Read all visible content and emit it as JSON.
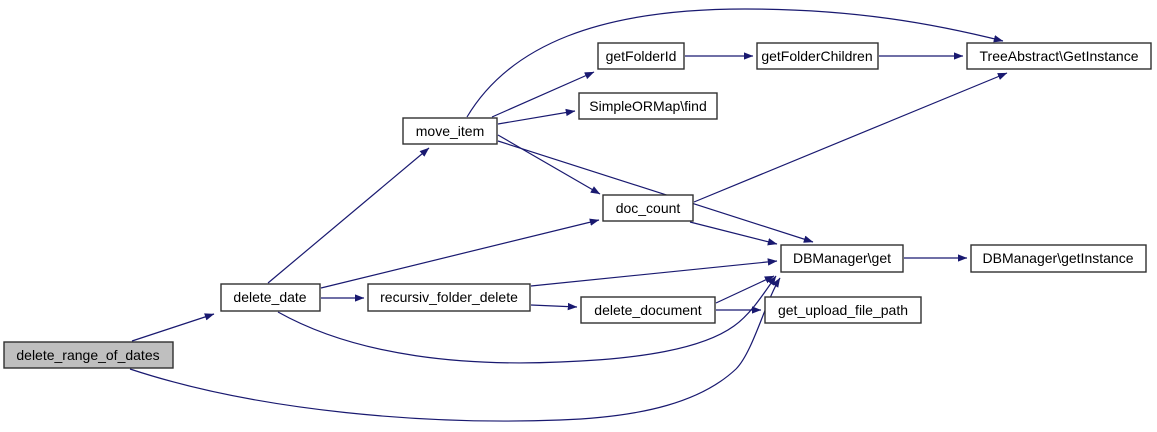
{
  "diagram": {
    "type": "doxygen-call-graph",
    "edge_color": "#191970",
    "node_fill": "#ffffff",
    "node_border_color": "#303030",
    "highlighted_node_fill": "#bfbfbf",
    "nodes": [
      {
        "id": "delete_range_of_dates",
        "label": "delete_range_of_dates",
        "highlighted": true
      },
      {
        "id": "delete_date",
        "label": "delete_date",
        "highlighted": false
      },
      {
        "id": "recursiv_folder_delete",
        "label": "recursiv_folder_delete",
        "highlighted": false
      },
      {
        "id": "delete_document",
        "label": "delete_document",
        "highlighted": false
      },
      {
        "id": "get_upload_file_path",
        "label": "get_upload_file_path",
        "highlighted": false
      },
      {
        "id": "move_item",
        "label": "move_item",
        "highlighted": false
      },
      {
        "id": "getFolderId",
        "label": "getFolderId",
        "highlighted": false
      },
      {
        "id": "getFolderChildren",
        "label": "getFolderChildren",
        "highlighted": false
      },
      {
        "id": "TreeAbstract_GetInstance",
        "label": "TreeAbstract\\GetInstance",
        "highlighted": false
      },
      {
        "id": "SimpleORMap_find",
        "label": "SimpleORMap\\find",
        "highlighted": false
      },
      {
        "id": "doc_count",
        "label": "doc_count",
        "highlighted": false
      },
      {
        "id": "DBManager_get",
        "label": "DBManager\\get",
        "highlighted": false
      },
      {
        "id": "DBManager_getInstance",
        "label": "DBManager\\getInstance",
        "highlighted": false
      }
    ],
    "edges": [
      {
        "from": "delete_range_of_dates",
        "to": "delete_date"
      },
      {
        "from": "delete_range_of_dates",
        "to": "DBManager\\get"
      },
      {
        "from": "delete_date",
        "to": "move_item"
      },
      {
        "from": "delete_date",
        "to": "doc_count"
      },
      {
        "from": "delete_date",
        "to": "recursiv_folder_delete"
      },
      {
        "from": "delete_date",
        "to": "DBManager\\get"
      },
      {
        "from": "move_item",
        "to": "TreeAbstract\\GetInstance"
      },
      {
        "from": "move_item",
        "to": "getFolderId"
      },
      {
        "from": "move_item",
        "to": "SimpleORMap\\find"
      },
      {
        "from": "move_item",
        "to": "doc_count"
      },
      {
        "from": "move_item",
        "to": "DBManager\\get"
      },
      {
        "from": "getFolderId",
        "to": "getFolderChildren"
      },
      {
        "from": "getFolderChildren",
        "to": "TreeAbstract\\GetInstance"
      },
      {
        "from": "doc_count",
        "to": "TreeAbstract\\GetInstance"
      },
      {
        "from": "doc_count",
        "to": "DBManager\\get"
      },
      {
        "from": "recursiv_folder_delete",
        "to": "delete_document"
      },
      {
        "from": "recursiv_folder_delete",
        "to": "DBManager\\get"
      },
      {
        "from": "delete_document",
        "to": "get_upload_file_path"
      },
      {
        "from": "delete_document",
        "to": "DBManager\\get"
      },
      {
        "from": "DBManager\\get",
        "to": "DBManager\\getInstance"
      }
    ]
  }
}
